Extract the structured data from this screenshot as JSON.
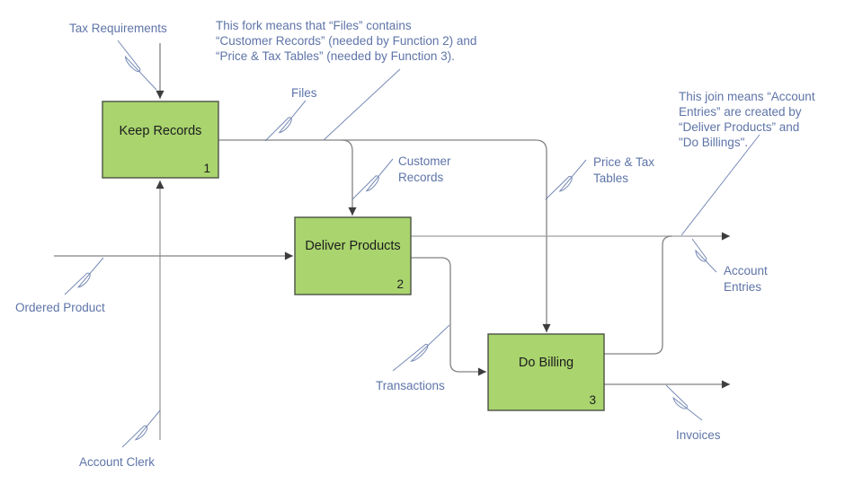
{
  "boxes": [
    {
      "label": "Keep Records",
      "number": "1"
    },
    {
      "label": "Deliver Products",
      "number": "2"
    },
    {
      "label": "Do Billing",
      "number": "3"
    }
  ],
  "arrow_labels": {
    "tax_requirements": "Tax Requirements",
    "files": "Files",
    "customer_records": [
      "Customer",
      "Records"
    ],
    "price_tax_tables": [
      "Price & Tax",
      "Tables"
    ],
    "ordered_product": "Ordered Product",
    "account_clerk": "Account Clerk",
    "transactions": "Transactions",
    "account_entries": [
      "Account",
      "Entries"
    ],
    "invoices": "Invoices"
  },
  "annotations": {
    "fork_note": [
      "This fork means that “Files” contains",
      "“Customer Records” (needed by Function 2) and",
      "“Price & Tax Tables” (needed by Function 3)."
    ],
    "join_note": [
      "This join means “Account",
      "Entries” are created by",
      "“Deliver Products” and",
      "\"Do Billings\"."
    ]
  },
  "colors": {
    "box_fill": "#a9d46e",
    "box_border": "#4c5244",
    "box_text": "#1c1c1c",
    "flow_line": "#828282",
    "flow_line_light": "#9e9e9e",
    "arrowhead": "#3d3d3d",
    "label_text": "#5e74a8"
  }
}
